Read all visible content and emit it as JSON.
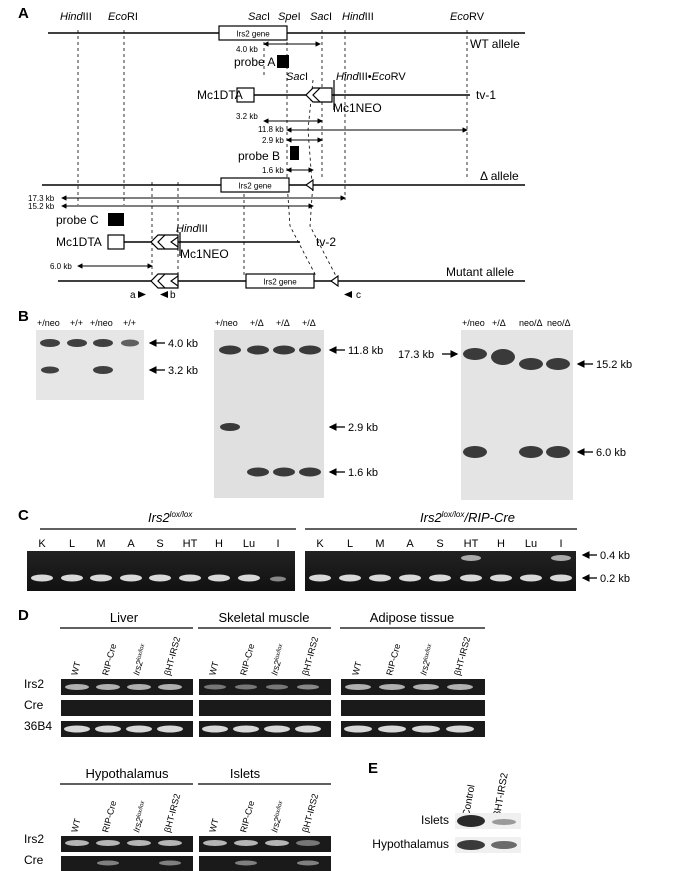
{
  "panels": {
    "a": "A",
    "b": "B",
    "c": "C",
    "d": "D",
    "e": "E"
  },
  "map": {
    "top_sites": [
      {
        "ital": "Hind",
        "rest": "III"
      },
      {
        "ital": "Eco",
        "rest": "RI"
      },
      {
        "ital": "Sac",
        "rest": "I"
      },
      {
        "ital": "Spe",
        "rest": "I"
      },
      {
        "ital": "Sac",
        "rest": "I"
      },
      {
        "ital": "Hind",
        "rest": "III"
      },
      {
        "ital": "Eco",
        "rest": "RV"
      }
    ],
    "gene": "Irs2 gene",
    "wt_allele": "WT allele",
    "tv1": "tv-1",
    "tv2": "tv-2",
    "delta_allele": "Δ allele",
    "mutant_allele": "Mutant allele",
    "probe_a": "probe A",
    "probe_b": "probe B",
    "probe_c": "probe C",
    "mc1dta": "Mc1DTA",
    "mc1neo": "Mc1NEO",
    "tv1_sites": {
      "sac_i": "Sac",
      "sac_r": "I",
      "hind_i": "Hind",
      "hind_r": "III",
      "dot": "•",
      "eco_i": "Eco",
      "eco_r": "RV"
    },
    "tv2_hind": {
      "i": "Hind",
      "r": "III"
    },
    "sizes": {
      "s1": "4.0 kb",
      "s2": "3.2 kb",
      "s3": "11.8 kb",
      "s4": "2.9 kb",
      "s5": "1.6 kb",
      "s6": "17.3 kb",
      "s7": "15.2 kb",
      "s8": "6.0 kb"
    },
    "primers": {
      "a": "a",
      "b": "b",
      "c": "c"
    }
  },
  "blots": {
    "b1_lanes": [
      "+/neo",
      "+/+",
      "+/neo",
      "+/+"
    ],
    "b1_bands": [
      "4.0 kb",
      "3.2 kb"
    ],
    "b2_lanes": [
      "+/neo",
      "+/Δ",
      "+/Δ",
      "+/Δ"
    ],
    "b2_bands": [
      "11.8 kb",
      "2.9 kb",
      "1.6 kb"
    ],
    "b3_lanes": [
      "+/neo",
      "+/Δ",
      "neo/Δ",
      "neo/Δ"
    ],
    "b3_left": "17.3 kb",
    "b3_bands": [
      "15.2 kb",
      "6.0 kb"
    ]
  },
  "pcr": {
    "left_title": {
      "base": "Irs2",
      "sup": "lox/lox"
    },
    "right_title": {
      "base": "Irs2",
      "sup": "lox/lox",
      "suffix": "/RIP-Cre"
    },
    "lanes": [
      "K",
      "L",
      "M",
      "A",
      "S",
      "HT",
      "H",
      "Lu",
      "I"
    ],
    "bands": [
      "0.4 kb",
      "0.2 kb"
    ]
  },
  "rtpcr": {
    "tissues": [
      "Liver",
      "Skeletal muscle",
      "Adipose tissue",
      "Hypothalamus",
      "Islets"
    ],
    "lanes": [
      "WT",
      "RIP-Cre",
      "Irs2lox/lox",
      "βHT-IRS2"
    ],
    "irs2_base": "Irs2",
    "irs2_sup": "lox/lox",
    "genes": [
      "Irs2",
      "Cre",
      "36B4"
    ]
  },
  "western": {
    "lanes": [
      "Control",
      "βHT-IRS2"
    ],
    "rows": [
      "Islets",
      "Hypothalamus"
    ]
  }
}
